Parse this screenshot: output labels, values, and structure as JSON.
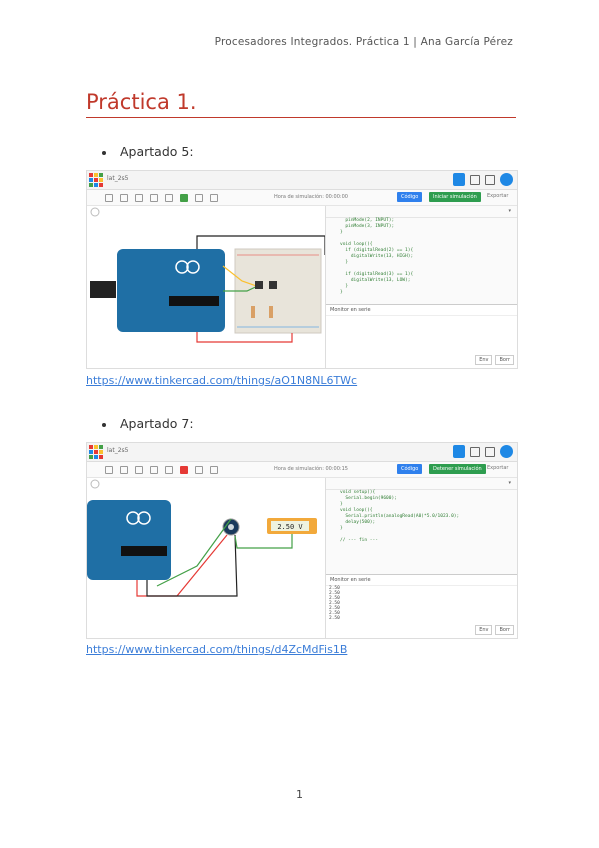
{
  "header": {
    "text": "Procesadores Integrados. Práctica 1 | Ana García Pérez"
  },
  "title": "Práctica 1.",
  "sections": [
    {
      "bullet": "Apartado 5:",
      "link": "https://www.tinkercad.com/things/aO1N8NL6TWc",
      "screenshot": {
        "file_name": "lat_2s5",
        "sim_time": "Hora de simulación: 00:00:00",
        "code_label": "Código",
        "start_sim_label": "Iniciar simulación",
        "export_label": "Exportar",
        "code_lines": [
          "  pinMode(2, INPUT);",
          "  pinMode(3, INPUT);",
          "}",
          "",
          "void loop(){",
          "  if (digitalRead(2) == 1){",
          "    digitalWrite(13, HIGH);",
          "  }",
          "",
          "  if (digitalRead(3) == 1){",
          "    digitalWrite(13, LOW);",
          "  }",
          "}"
        ],
        "serial_title": "Monitor en serie",
        "serial_out": "",
        "send_label": "Env",
        "clear_label": "Borr"
      }
    },
    {
      "bullet": "Apartado 7:",
      "link": "https://www.tinkercad.com/things/d4ZcMdFis1B",
      "screenshot": {
        "file_name": "lat_2s5",
        "sim_time": "Hora de simulación: 00:00:15",
        "code_label": "Código",
        "start_sim_label": "Detener simulación",
        "export_label": "Exportar",
        "multimeter": "2.50 V",
        "code_lines": [
          "void setup(){",
          "  Serial.begin(9600);",
          "}",
          "void loop(){",
          "  Serial.println(analogRead(A0)*5.0/1023.0);",
          "  delay(500);",
          "}",
          "",
          "// --- fin ---"
        ],
        "serial_title": "Monitor en serie",
        "serial_out": "2.50\n2.50\n2.50\n2.50\n2.50\n2.50\n2.50",
        "send_label": "Env",
        "clear_label": "Borr"
      }
    }
  ],
  "page_number": "1",
  "colors": {
    "accent": "#c0392b",
    "link": "#3b7dd8",
    "arduino": "#1f6fa5"
  }
}
